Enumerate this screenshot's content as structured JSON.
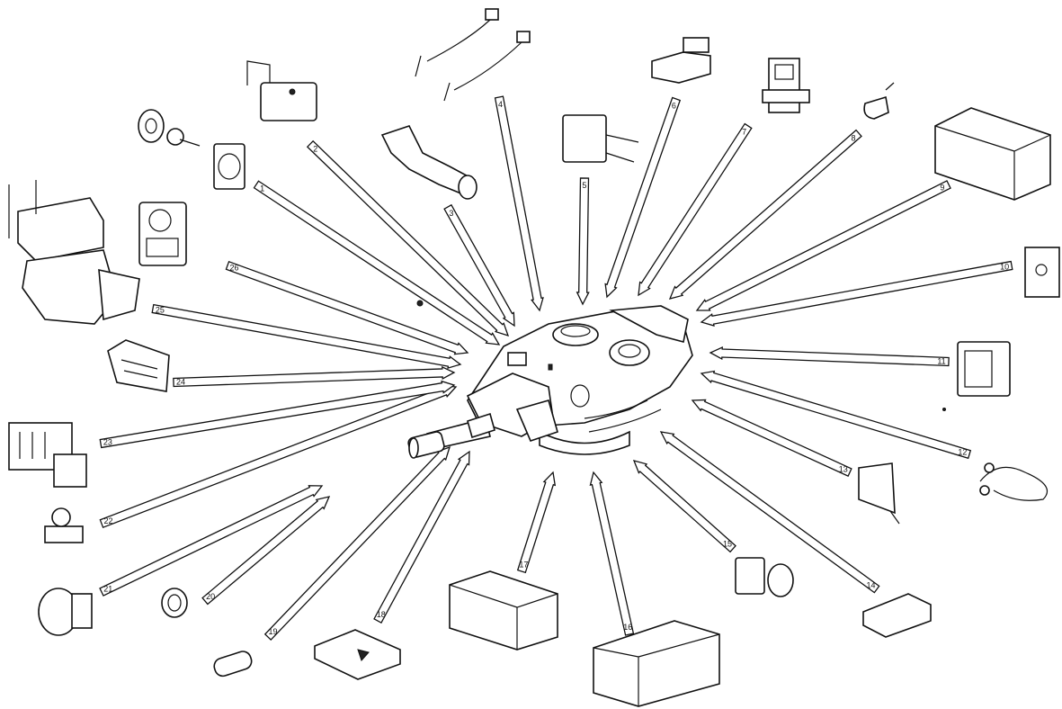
{
  "diagram": {
    "colors": {
      "line": "#111111",
      "background": "#ffffff"
    },
    "callouts": [
      {
        "number": "1"
      },
      {
        "number": "2"
      },
      {
        "number": "3"
      },
      {
        "number": "4"
      },
      {
        "number": "5"
      },
      {
        "number": "6"
      },
      {
        "number": "7"
      },
      {
        "number": "8"
      },
      {
        "number": "9"
      },
      {
        "number": "10"
      },
      {
        "number": "11"
      },
      {
        "number": "12"
      },
      {
        "number": "13"
      },
      {
        "number": "14"
      },
      {
        "number": "15"
      },
      {
        "number": "16"
      },
      {
        "number": "17"
      },
      {
        "number": "18"
      },
      {
        "number": "19"
      },
      {
        "number": "20"
      },
      {
        "number": "21"
      },
      {
        "number": "22"
      },
      {
        "number": "23"
      },
      {
        "number": "24"
      },
      {
        "number": "25"
      },
      {
        "number": "26"
      }
    ]
  }
}
